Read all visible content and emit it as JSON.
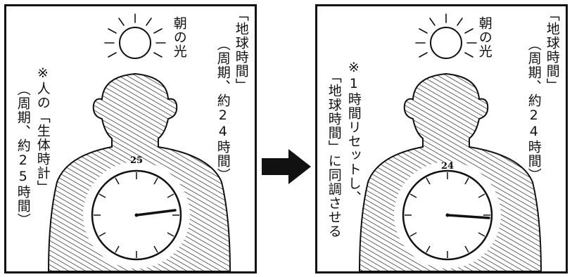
{
  "left_panel": {
    "sun_label": "朝の光",
    "earth_label": "「地球時間」",
    "earth_period": "（周期、約24時間）",
    "body_label": "※人の「生体時計」",
    "body_period": "（周期、約25時間）",
    "dial_number": "25"
  },
  "right_panel": {
    "sun_label": "朝の光",
    "earth_label": "「地球時間」",
    "earth_period": "（周期、約24時間）",
    "reset_line1": "※1時間リセットし、",
    "reset_line2": "「地球時間」に同調させる",
    "dial_number": "24"
  },
  "colors": {
    "ink": "#111111",
    "paper": "#ffffff"
  },
  "icons": {
    "arrow": "right-arrow-icon",
    "sun": "sun-icon"
  }
}
